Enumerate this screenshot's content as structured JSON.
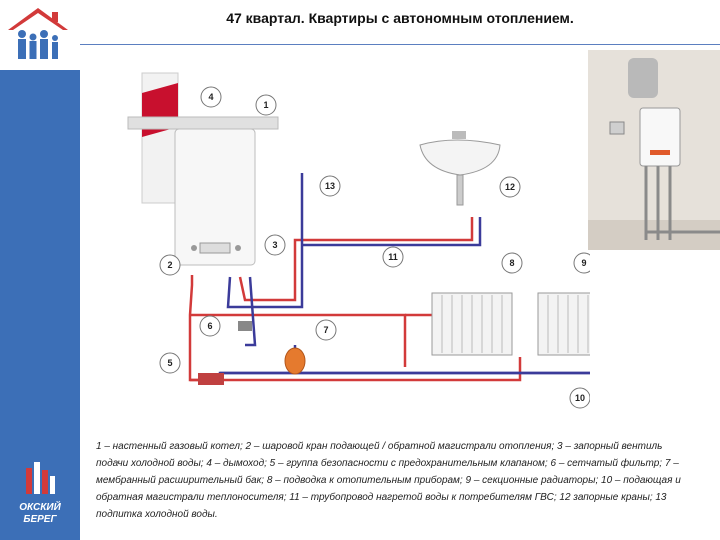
{
  "header": {
    "title": "47 квартал. Квартиры с автономным отоплением."
  },
  "brand": {
    "line1": "ОКСКИЙ",
    "line2": "БЕРЕГ"
  },
  "diagram": {
    "callouts": [
      "1",
      "2",
      "3",
      "4",
      "5",
      "6",
      "7",
      "8",
      "9",
      "10",
      "11",
      "12",
      "13"
    ]
  },
  "caption": {
    "text": "1 – настенный газовый котел; 2 – шаровой кран подающей / обратной магистрали отопления; 3 – запорный вентиль подачи холодной воды; 4 – дымоход; 5 – группа безопасности с предохранительным клапаном; 6 – сетчатый фильтр; 7 – мембранный расширительный бак; 8 – подводка к отопительным приборам; 9 – секционные радиаторы; 10 – подающая и обратная магистрали теплоносителя; 11 – трубопровод нагретой воды к потребителям ГВС; 12 запорные краны; 13 подпитка холодной воды."
  },
  "colors": {
    "accent": "#3c6fb7",
    "pipe_supply": "#d23a3a",
    "pipe_return": "#3b3b9a",
    "brand_red": "#d23a3a"
  }
}
